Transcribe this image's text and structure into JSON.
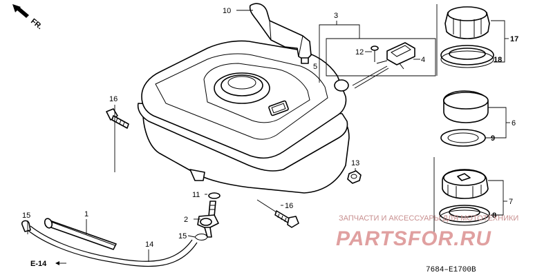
{
  "direction": {
    "label": "FR."
  },
  "callouts": {
    "c10": "10",
    "c3": "3",
    "c5": "5",
    "c12": "12",
    "c4": "4",
    "c17": "17",
    "c18": "18",
    "c16a": "16",
    "c6": "6",
    "c9": "9",
    "c13": "13",
    "c11": "11",
    "c16b": "16",
    "c2": "2",
    "c15a": "15",
    "c15b": "15",
    "c1": "1",
    "c14": "14",
    "c7": "7",
    "c8": "8"
  },
  "section_ref": "E-14",
  "drawing_code": "7684–E1700B",
  "watermark": {
    "tagline": "ЗАПЧАСТИ И АКСЕССУАРЫ ДЛЯ МОТОТЕХНИКИ",
    "brand": "PARTSFOR.RU"
  }
}
